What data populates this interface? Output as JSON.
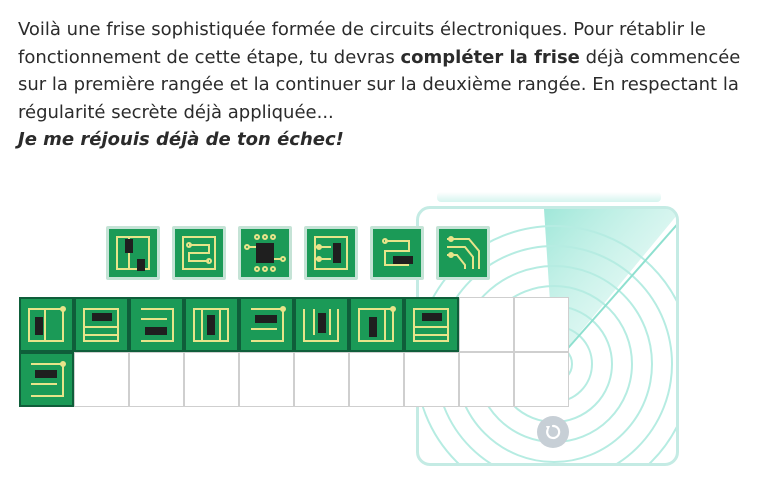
{
  "instructions": {
    "line1": "Voilà une frise sophistiquée formée de circuits électroniques. Pour rétablir le fonctionnement de cette étape, tu devras ",
    "bold1": "compléter la frise",
    "line2": " déjà commencée sur la première rangée et la continuer sur la deuxième rangée. En respectant la régularité secrète déjà appliquée...",
    "taunt": "Je me réjouis déjà de ton échec!"
  },
  "colors": {
    "board": "#1b9a57",
    "trace": "#e8e48a",
    "chip": "#1f1f1f",
    "grid": "#cfcfcf",
    "radar": "#9fe6d8"
  },
  "palette": [
    {
      "kind": "vertical-chips"
    },
    {
      "kind": "maze-trace"
    },
    {
      "kind": "center-chip-pins"
    },
    {
      "kind": "side-chip"
    },
    {
      "kind": "horizontal-chip"
    },
    {
      "kind": "diagonal-trace"
    }
  ],
  "grid": {
    "row1_placed": [
      "v-chip-left",
      "h-chip-top",
      "h-chip-bottom",
      "v-chip-center",
      "h-chip-mid",
      "v-chip-right",
      "v-chip-center",
      "h-chip-top"
    ],
    "row1_empty": 2,
    "row2_placed": [
      "h-chip-mid"
    ],
    "row2_empty": 9
  },
  "icons": {
    "reset": "undo-icon"
  }
}
